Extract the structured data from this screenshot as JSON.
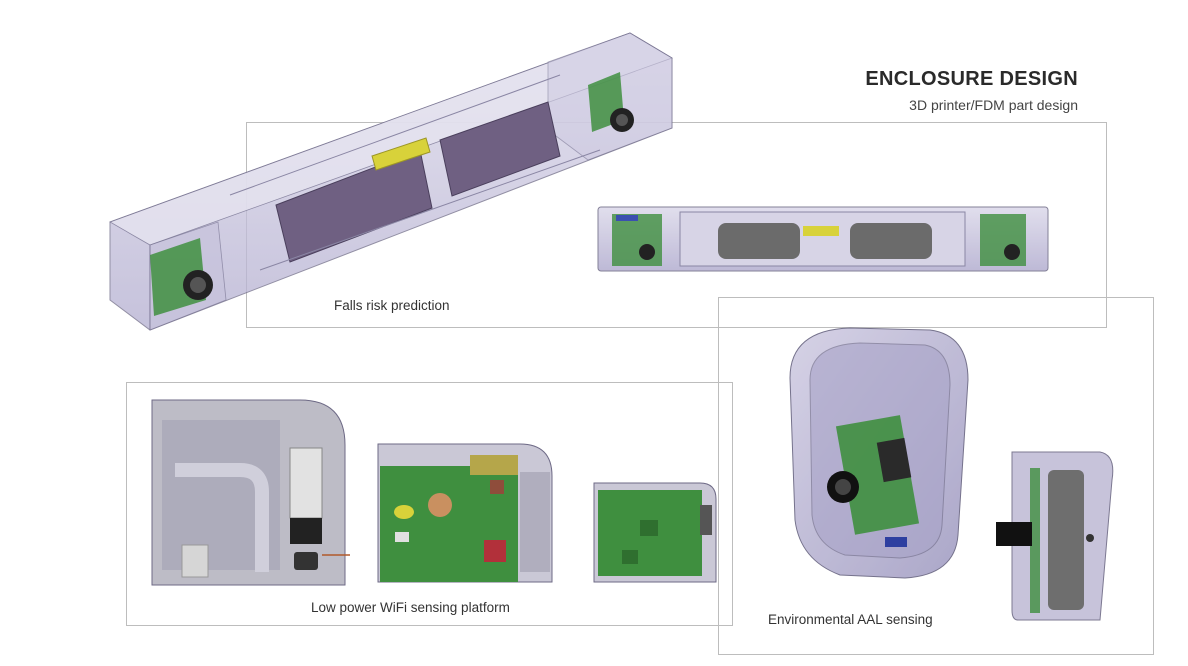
{
  "header": {
    "title": "ENCLOSURE DESIGN",
    "subtitle": "3D printer/FDM part design"
  },
  "sections": [
    {
      "caption": "Falls risk prediction"
    },
    {
      "caption": "Low power WiFi sensing platform"
    },
    {
      "caption": "Environmental AAL sensing"
    }
  ],
  "colors": {
    "enclosure_tint": "#b9b4d6",
    "enclosure_edge": "#6e6a86",
    "pcb_green": "#3f8f3f",
    "battery": "#6f6082",
    "highlight_yellow": "#d8d23a",
    "frame_border": "#bdbdbd"
  }
}
